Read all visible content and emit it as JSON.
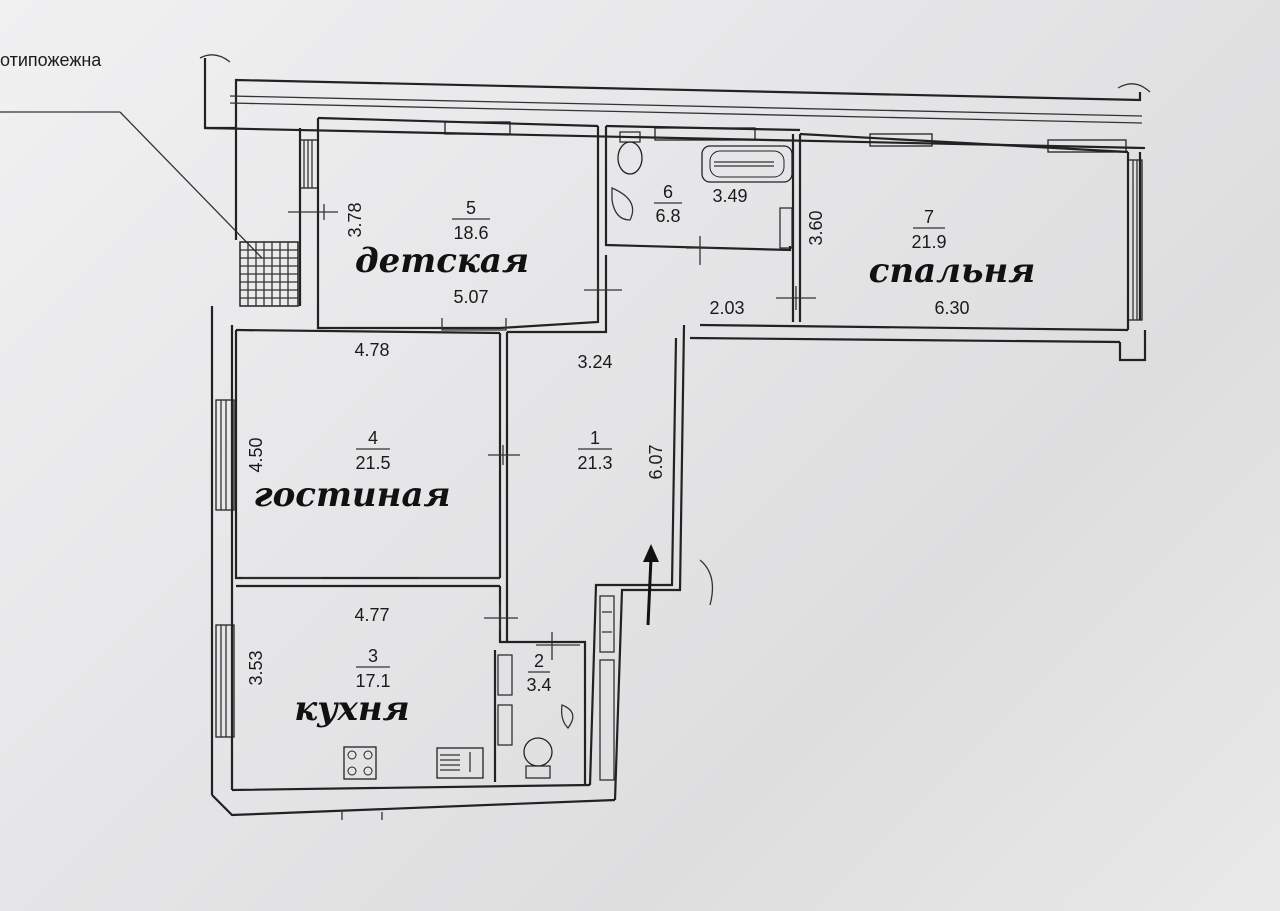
{
  "header_text": "отипожежна",
  "rooms": [
    {
      "id": "1",
      "number": "1",
      "area": "21.3",
      "name": ""
    },
    {
      "id": "2",
      "number": "2",
      "area": "3.4",
      "name": ""
    },
    {
      "id": "3",
      "number": "3",
      "area": "17.1",
      "name": "кухня"
    },
    {
      "id": "4",
      "number": "4",
      "area": "21.5",
      "name": "гостиная"
    },
    {
      "id": "5",
      "number": "5",
      "area": "18.6",
      "name": "детская"
    },
    {
      "id": "6",
      "number": "6",
      "area": "6.8",
      "name": ""
    },
    {
      "id": "7",
      "number": "7",
      "area": "21.9",
      "name": "спальня"
    }
  ],
  "dimensions": {
    "d378": "3.78",
    "d507": "5.07",
    "d349": "3.49",
    "d360": "3.60",
    "d203": "2.03",
    "d630": "6.30",
    "d478": "4.78",
    "d324": "3.24",
    "d450": "4.50",
    "d607": "6.07",
    "d477": "4.77",
    "d353": "3.53"
  },
  "colors": {
    "line": "#222222",
    "text": "#1b1b1b"
  }
}
